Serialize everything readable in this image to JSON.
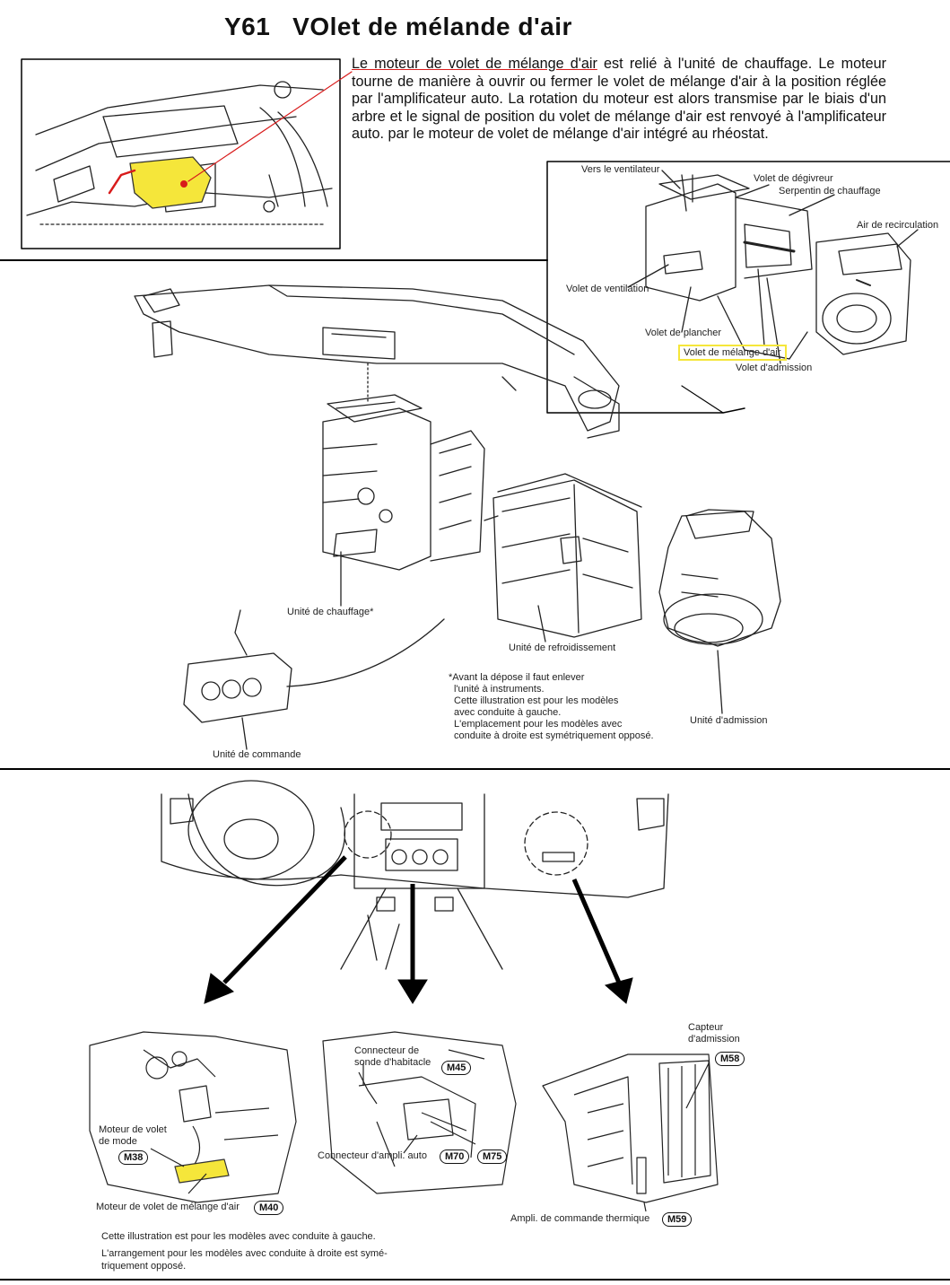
{
  "title": "Y61   VOlet de mélande d'air",
  "description": {
    "underlined": "Le moteur de volet de mélange d'air",
    "rest": " est relié à l'unité de chauffage. Le moteur tourne de manière à ouvrir ou fermer le volet de mélange d'air à la position réglée par l'amplificateur auto. La rotation du moteur est alors transmise par le biais d'un arbre et le signal de position du volet de mélange d'air est renvoyé à l'amplificateur auto. par le moteur de volet de mélange d'air intégré au rhéostat."
  },
  "inset_labels": {
    "vers_ventilateur": "Vers le ventilateur",
    "volet_degivreur": "Volet de dégivreur",
    "serpentin": "Serpentin de chauffage",
    "air_recirculation": "Air de recirculation",
    "volet_ventilation": "Volet de ventilation",
    "volet_plancher": "Volet de plancher",
    "volet_melange": "Volet de mélange d'air",
    "volet_admission": "Volet d'admission"
  },
  "exploded_labels": {
    "unite_chauffage": "Unité de chauffage*",
    "unite_refroidissement": "Unité de refroidissement",
    "unite_admission": "Unité d'admission",
    "unite_commande": "Unité de commande"
  },
  "exploded_note": [
    "*Avant la dépose il faut enlever",
    "l'unité à instruments.",
    "Cette illustration est pour les modèles",
    "avec conduite à gauche.",
    "L'emplacement pour les modèles avec",
    "conduite à droite est symétriquement opposé."
  ],
  "bottom_left": {
    "moteur_mode": [
      "Moteur de volet",
      "de mode"
    ],
    "m38": "M38",
    "moteur_melange": "Moteur de volet de mélange d'air",
    "m40": "M40"
  },
  "bottom_mid": {
    "connecteur_sonde": [
      "Connecteur de",
      "sonde d'habitacle"
    ],
    "m45": "M45",
    "connecteur_ampli": "Connecteur d'ampli. auto",
    "m70": "M70",
    "m75": "M75"
  },
  "bottom_right": {
    "capteur": [
      "Capteur",
      "d'admission"
    ],
    "m58": "M58",
    "ampli_commande": "Ampli. de commande thermique",
    "m59": "M59"
  },
  "bottom_note": [
    "Cette illustration est pour les modèles avec conduite à gauche.",
    "L'arrangement pour les modèles avec conduite à droite est symé-",
    "triquement opposé."
  ],
  "colors": {
    "highlight_yellow": "#f5e63a",
    "underline_red": "#d81b1b"
  }
}
